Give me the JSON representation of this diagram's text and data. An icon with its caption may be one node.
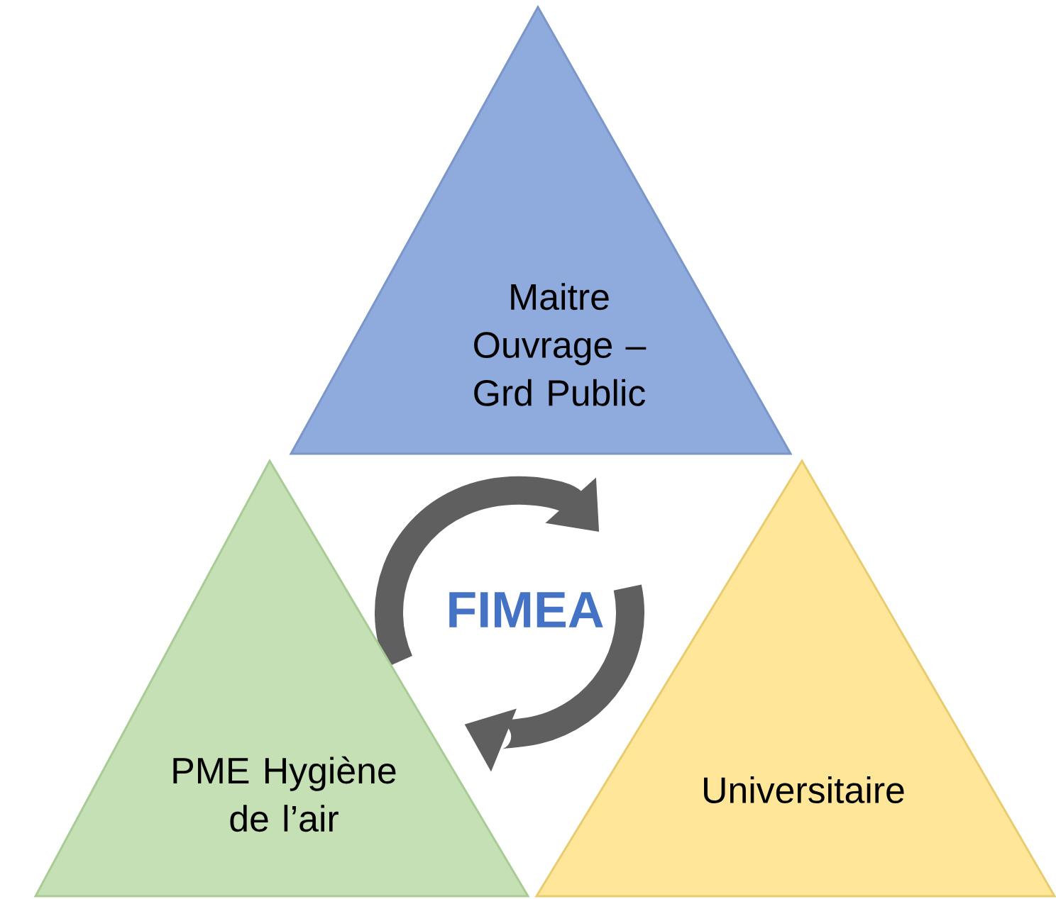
{
  "diagram": {
    "nodes": [
      {
        "text": [
          "Maitre Ouvrage – Grd Public"
        ]
      },
      {
        "text": [
          "PME Hygiène de l’air"
        ]
      },
      {
        "text": [
          "Universitaire"
        ]
      },
      {
        "text": [
          "FIMEA"
        ]
      }
    ]
  }
}
